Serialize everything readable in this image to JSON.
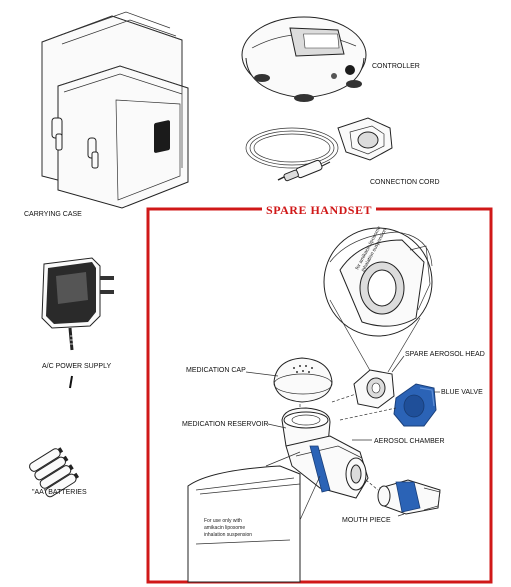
{
  "labels": {
    "carrying_case": "CARRYING CASE",
    "controller": "CONTROLLER",
    "connection_cord": "CONNECTION CORD",
    "spare_handset": "SPARE HANDSET",
    "ac_power_supply": "A/C POWER SUPPLY",
    "aa_batteries": "\"AA\" BATTERIES",
    "medication_cap": "MEDICATION CAP",
    "spare_aerosol_head": "SPARE AEROSOL HEAD",
    "blue_valve": "BLUE VALVE",
    "medication_reservoir": "MEDICATION RESERVOIR",
    "aerosol_chamber": "AEROSOL CHAMBER",
    "mouth_piece": "MOUTH PIECE"
  },
  "inset_text": {
    "reservoir_line1": "For use only with",
    "reservoir_line2": "amikacin liposome",
    "reservoir_line3": "inhalation suspension",
    "head_line1": "for amikacin liposome",
    "head_line2": "inhalation suspension"
  },
  "colors": {
    "frame": "#d01818",
    "accent_blue": "#2b63b6"
  }
}
